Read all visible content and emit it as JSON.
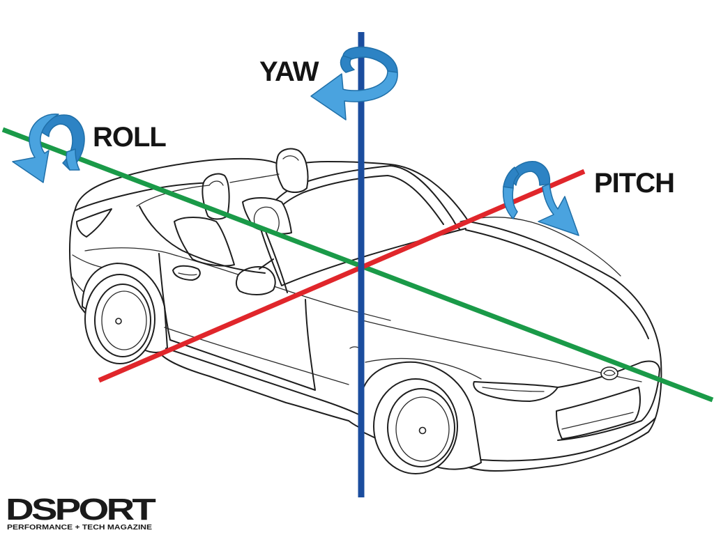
{
  "caption_top": "",
  "labels": {
    "yaw": "YAW",
    "roll": "ROLL",
    "pitch": "PITCH"
  },
  "logo": {
    "main": "DSPORT",
    "sub": "PERFORMANCE + TECH MAGAZINE"
  },
  "colors": {
    "roll_axis": "#1a9a48",
    "pitch_axis": "#e0262b",
    "yaw_axis": "#1b4d9e",
    "rotation_arrow": "#4aa3df",
    "label_text": "#141414"
  },
  "icons": {
    "yaw_arrow": "rotation-arrow-icon",
    "roll_arrow": "rotation-arrow-icon",
    "pitch_arrow": "rotation-arrow-icon"
  }
}
